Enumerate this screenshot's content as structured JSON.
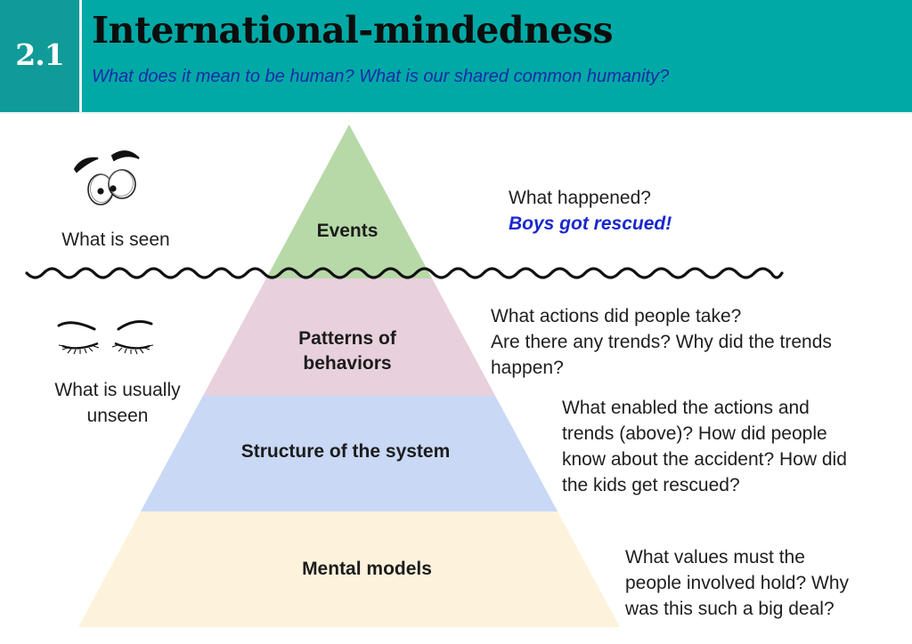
{
  "header": {
    "badge": "2.1",
    "title": "International-mindedness",
    "subtitle": "What does it mean to be human?  What is our shared common humanity?",
    "colors": {
      "banner": "#00a9a6",
      "badge": "#109b98",
      "subtitle": "#1b2aa8"
    }
  },
  "side_labels": {
    "seen": {
      "icon": "open-eyes-icon",
      "text": "What is seen"
    },
    "unseen": {
      "icon": "closed-eyes-icon",
      "line1": "What is usually",
      "line2": "unseen"
    }
  },
  "waterline": {
    "icon": "wavy-line"
  },
  "pyramid": {
    "layers": [
      {
        "label_lines": [
          "Events"
        ],
        "color": "#b7d9a8"
      },
      {
        "label_lines": [
          "Patterns of",
          "behaviors"
        ],
        "color": "#e8d0dd"
      },
      {
        "label_lines": [
          "Structure of the system"
        ],
        "color": "#c8d8f5"
      },
      {
        "label_lines": [
          "Mental models"
        ],
        "color": "#fdf3dc"
      }
    ]
  },
  "questions": {
    "events": {
      "line1": "What happened?",
      "answer": "Boys got rescued!"
    },
    "patterns": {
      "line1": "What actions did people take?",
      "line2": "Are there any trends? Why did the trends",
      "line3": "happen?"
    },
    "structure": {
      "line1": "What enabled the actions and",
      "line2": "trends (above)? How did people",
      "line3": "know about the accident? How did",
      "line4": "the kids get rescued?"
    },
    "mental": {
      "line1": "What values must the",
      "line2": "people involved hold? Why",
      "line3": "was this such a big deal?"
    }
  }
}
